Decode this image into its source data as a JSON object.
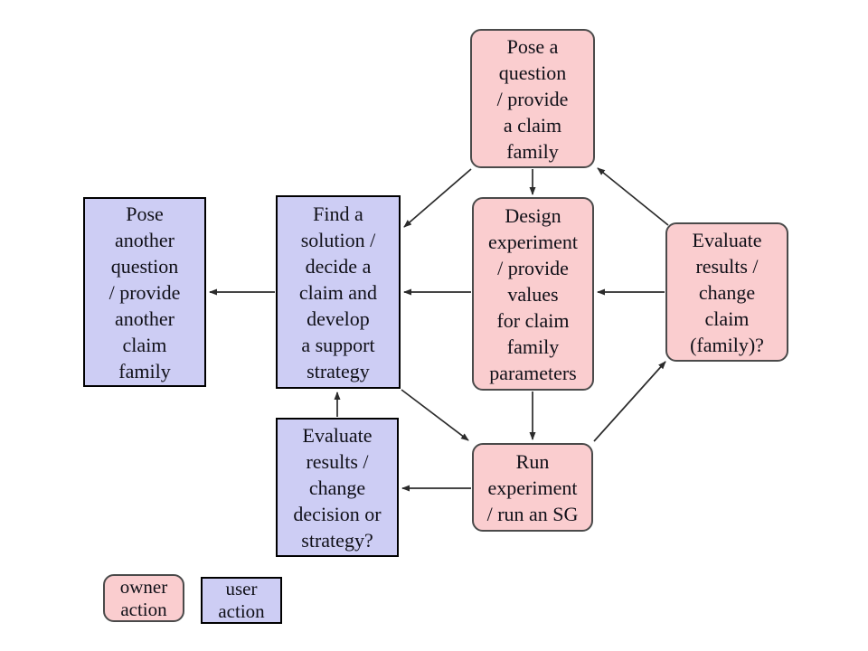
{
  "diagram": {
    "background": "#FFFFFF",
    "nodes": {
      "pose_question": {
        "text": "Pose a\nquestion\n/ provide\na claim\nfamily",
        "type": "owner action"
      },
      "pose_another_question": {
        "text": "Pose\nanother\nquestion\n/ provide\nanother\nclaim\nfamily",
        "type": "user action"
      },
      "find_solution": {
        "text": "Find a\nsolution /\ndecide a\nclaim and\ndevelop\na support\nstrategy",
        "type": "user action"
      },
      "design_experiment": {
        "text": "Design\nexperiment\n/ provide\nvalues\nfor claim\nfamily\nparameters",
        "type": "owner action"
      },
      "evaluate_claim": {
        "text": "Evaluate\nresults /\nchange\nclaim\n(family)?",
        "type": "owner action"
      },
      "evaluate_decision": {
        "text": "Evaluate\nresults /\nchange\ndecision or\nstrategy?",
        "type": "user action"
      },
      "run_experiment": {
        "text": "Run\nexperiment\n/ run an SG",
        "type": "owner action"
      }
    },
    "edges": [
      {
        "from": "evaluate_claim",
        "to": "pose_question"
      },
      {
        "from": "pose_question",
        "to": "find_solution"
      },
      {
        "from": "pose_question",
        "to": "design_experiment"
      },
      {
        "from": "evaluate_claim",
        "to": "design_experiment"
      },
      {
        "from": "design_experiment",
        "to": "find_solution"
      },
      {
        "from": "find_solution",
        "to": "pose_another_question"
      },
      {
        "from": "find_solution",
        "to": "run_experiment"
      },
      {
        "from": "design_experiment",
        "to": "run_experiment"
      },
      {
        "from": "run_experiment",
        "to": "evaluate_claim"
      },
      {
        "from": "run_experiment",
        "to": "evaluate_decision"
      },
      {
        "from": "evaluate_decision",
        "to": "find_solution"
      }
    ],
    "legend": {
      "owner": {
        "label": "owner\naction"
      },
      "user": {
        "label": "user\naction"
      }
    },
    "colors": {
      "owner_fill": "#FACDCF",
      "owner_border": "#4A4A4A",
      "user_fill": "#CDCDF4",
      "user_border": "#000000",
      "arrow": "#2B2B2B",
      "text": "#101018"
    }
  }
}
